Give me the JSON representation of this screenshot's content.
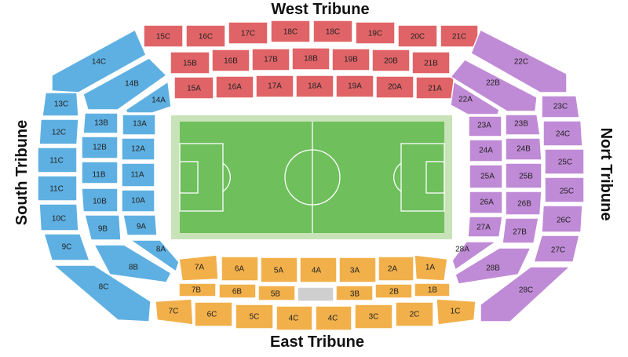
{
  "tribunes": {
    "west": "West Tribune",
    "east": "East Tribune",
    "south": "South Tribune",
    "north": "Nort Tribune"
  },
  "colors": {
    "west": "#e06467",
    "east": "#f2b04b",
    "south": "#5fb0e2",
    "north": "#c08bd6",
    "pitch": "#6fbf5c",
    "pitch_border": "#c9e3b9",
    "unlabeled": "#cfcfcf"
  },
  "sections": {
    "west_upper": [
      "15C",
      "16C",
      "17C",
      "18C",
      "18C",
      "19C",
      "20C",
      "21C"
    ],
    "west_middle": [
      "15B",
      "16B",
      "17B",
      "18B",
      "19B",
      "20B",
      "21B"
    ],
    "west_lower": [
      "15A",
      "16A",
      "17A",
      "18A",
      "19A",
      "20A",
      "21A"
    ],
    "east_lower": [
      "7A",
      "6A",
      "5A",
      "4A",
      "3A",
      "2A",
      "1A"
    ],
    "east_middle": [
      "7B",
      "6B",
      "5B",
      "3B",
      "2B",
      "1B"
    ],
    "east_upper": [
      "7C",
      "6C",
      "5C",
      "4C",
      "4C",
      "3C",
      "2C",
      "1C"
    ],
    "south_inner": [
      "14A",
      "13A",
      "12A",
      "11A",
      "10A",
      "9A",
      "8A"
    ],
    "south_middle": [
      "14B",
      "13B",
      "12B",
      "11B",
      "10B",
      "9B",
      "8B"
    ],
    "south_outer": [
      "14C",
      "13C",
      "12C",
      "11C",
      "11C",
      "10C",
      "9C",
      "8C"
    ],
    "north_inner": [
      "22A",
      "23A",
      "24A",
      "25A",
      "26A",
      "27A",
      "28A"
    ],
    "north_middle": [
      "22B",
      "23B",
      "24B",
      "25B",
      "26B",
      "27B",
      "28B"
    ],
    "north_outer": [
      "22C",
      "23C",
      "24C",
      "25C",
      "25C",
      "26C",
      "27C",
      "28C"
    ]
  }
}
